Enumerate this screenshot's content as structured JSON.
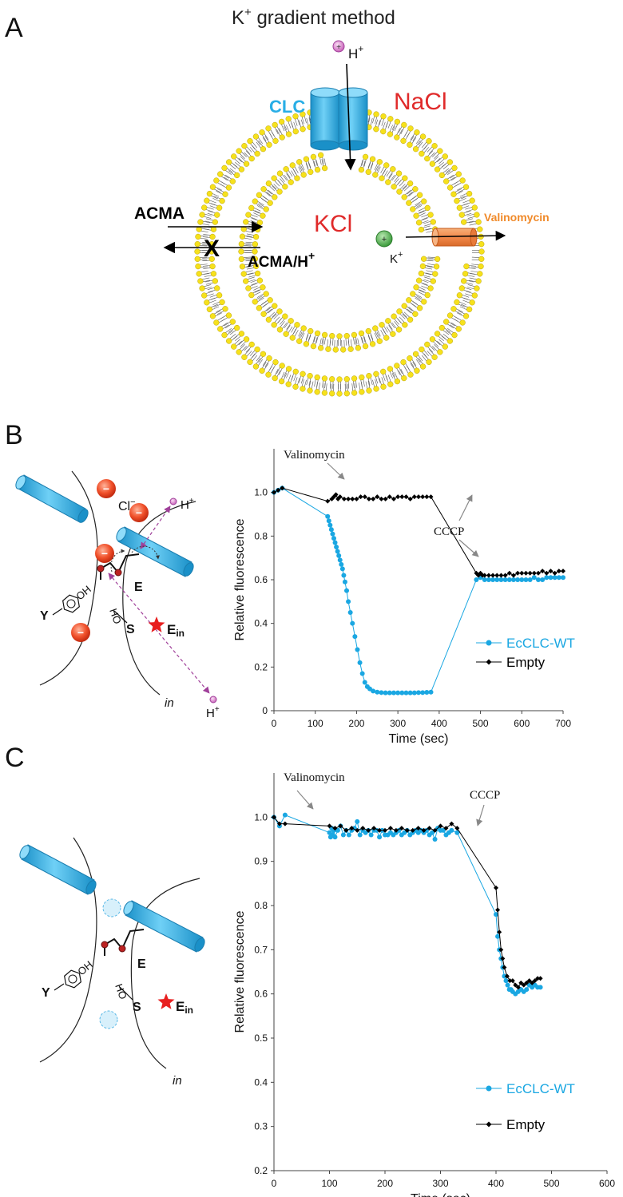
{
  "panel_a": {
    "letter": "A",
    "title": "K",
    "title_sup": "+",
    "title_rest": " gradient method",
    "clc": "CLC",
    "nacl": "NaCl",
    "kcl": "KCl",
    "valinomycin": "Valinomycin",
    "acma": "ACMA",
    "acma_h": "ACMA/H",
    "acma_h_sup": "+",
    "h": "H",
    "h_sup": "+",
    "k": "K",
    "k_sup": "+",
    "x_mark": "X",
    "plus": "+"
  },
  "panel_b": {
    "letter": "B",
    "cl": "Cl",
    "cl_sup": "−",
    "h_top": "H",
    "h_bottom": "H",
    "h_sup": "+",
    "e": "E",
    "ein": "E",
    "ein_sub": "in",
    "y": "Y",
    "s": "S",
    "oh": "OH",
    "ho": "HO",
    "in": "in",
    "minus": "−"
  },
  "panel_c": {
    "letter": "C",
    "e": "E",
    "ein": "E",
    "ein_sub": "in",
    "y": "Y",
    "s": "S",
    "oh": "OH",
    "ho": "HO",
    "in": "in"
  },
  "colors": {
    "wt": "#1aa7e2",
    "empty": "#000000",
    "clc_blue": "#29aee6",
    "red_label": "#e02a2a",
    "orange": "#f08a2a",
    "lipid_head": "#f6e11c",
    "purple": "#a0409a"
  },
  "chart_data": [
    {
      "type": "line",
      "xlabel": "Time (sec)",
      "ylabel": "Relative fluorescence",
      "xlim": [
        0,
        700
      ],
      "ylim": [
        0,
        1.2
      ],
      "xticks": [
        "0",
        "100",
        "200",
        "300",
        "400",
        "500",
        "600",
        "700"
      ],
      "yticks": [
        "0",
        "0.2",
        "0.4",
        "0.6",
        "0.8",
        "1.0"
      ],
      "annotations": [
        "Valinomycin",
        "CCCP"
      ],
      "legend_position": "right",
      "series": [
        {
          "name": "EcCLC-WT",
          "x": [
            0,
            10,
            20,
            130,
            133,
            136,
            139,
            142,
            145,
            148,
            151,
            154,
            157,
            160,
            163,
            166,
            169,
            172,
            176,
            180,
            185,
            190,
            196,
            202,
            208,
            214,
            220,
            226,
            232,
            240,
            250,
            260,
            270,
            280,
            290,
            300,
            310,
            320,
            330,
            340,
            350,
            360,
            370,
            380,
            490,
            500,
            510,
            520,
            530,
            540,
            550,
            560,
            570,
            580,
            590,
            600,
            610,
            620,
            630,
            640,
            650,
            660,
            670,
            680,
            690,
            700
          ],
          "values": [
            1.0,
            1.01,
            1.02,
            0.89,
            0.87,
            0.85,
            0.83,
            0.81,
            0.79,
            0.77,
            0.75,
            0.73,
            0.71,
            0.69,
            0.67,
            0.65,
            0.62,
            0.59,
            0.55,
            0.5,
            0.45,
            0.4,
            0.34,
            0.28,
            0.22,
            0.17,
            0.13,
            0.11,
            0.1,
            0.09,
            0.085,
            0.083,
            0.082,
            0.082,
            0.082,
            0.082,
            0.082,
            0.082,
            0.082,
            0.082,
            0.083,
            0.083,
            0.084,
            0.085,
            0.6,
            0.61,
            0.6,
            0.6,
            0.6,
            0.6,
            0.6,
            0.6,
            0.6,
            0.6,
            0.6,
            0.6,
            0.6,
            0.6,
            0.61,
            0.6,
            0.6,
            0.61,
            0.61,
            0.61,
            0.61,
            0.61
          ]
        },
        {
          "name": "Empty",
          "x": [
            0,
            10,
            20,
            130,
            140,
            145,
            150,
            155,
            160,
            170,
            180,
            190,
            200,
            210,
            220,
            230,
            240,
            250,
            260,
            270,
            280,
            290,
            300,
            310,
            320,
            330,
            340,
            350,
            360,
            370,
            380,
            490,
            495,
            500,
            505,
            510,
            520,
            530,
            540,
            550,
            560,
            570,
            580,
            590,
            600,
            610,
            620,
            630,
            640,
            650,
            660,
            670,
            680,
            690,
            700
          ],
          "values": [
            1.0,
            1.01,
            1.02,
            0.96,
            0.97,
            0.98,
            0.99,
            0.97,
            0.98,
            0.97,
            0.97,
            0.97,
            0.97,
            0.98,
            0.98,
            0.97,
            0.97,
            0.98,
            0.97,
            0.97,
            0.98,
            0.97,
            0.98,
            0.98,
            0.98,
            0.97,
            0.98,
            0.98,
            0.98,
            0.98,
            0.98,
            0.63,
            0.62,
            0.63,
            0.62,
            0.62,
            0.62,
            0.62,
            0.62,
            0.62,
            0.62,
            0.63,
            0.62,
            0.63,
            0.63,
            0.63,
            0.63,
            0.63,
            0.63,
            0.64,
            0.63,
            0.64,
            0.63,
            0.64,
            0.64
          ]
        }
      ]
    },
    {
      "type": "line",
      "xlabel": "Time (sec)",
      "ylabel": "Relative fluorescence",
      "xlim": [
        0,
        600
      ],
      "ylim": [
        0.2,
        1.1
      ],
      "xticks": [
        "0",
        "100",
        "200",
        "300",
        "400",
        "500",
        "600"
      ],
      "yticks": [
        "0.2",
        "0.3",
        "0.4",
        "0.5",
        "0.6",
        "0.7",
        "0.8",
        "0.9",
        "1.0"
      ],
      "annotations": [
        "Valinomycin",
        "CCCP"
      ],
      "legend_position": "right",
      "series": [
        {
          "name": "EcCLC-WT",
          "x": [
            0,
            10,
            20,
            100,
            102,
            104,
            106,
            108,
            110,
            115,
            120,
            125,
            130,
            135,
            140,
            145,
            150,
            155,
            160,
            165,
            170,
            175,
            180,
            185,
            190,
            195,
            200,
            205,
            210,
            215,
            220,
            225,
            230,
            235,
            240,
            245,
            250,
            255,
            260,
            265,
            270,
            275,
            280,
            285,
            290,
            295,
            300,
            305,
            310,
            315,
            320,
            330,
            400,
            403,
            406,
            409,
            412,
            415,
            418,
            421,
            424,
            427,
            430,
            435,
            440,
            445,
            450,
            455,
            460,
            465,
            470,
            475,
            480
          ],
          "values": [
            1.0,
            0.98,
            1.005,
            0.965,
            0.955,
            0.975,
            0.96,
            0.97,
            0.955,
            0.97,
            0.98,
            0.96,
            0.97,
            0.96,
            0.97,
            0.975,
            0.99,
            0.96,
            0.97,
            0.965,
            0.97,
            0.96,
            0.97,
            0.97,
            0.955,
            0.97,
            0.96,
            0.96,
            0.965,
            0.96,
            0.965,
            0.97,
            0.96,
            0.965,
            0.97,
            0.96,
            0.965,
            0.97,
            0.965,
            0.97,
            0.965,
            0.97,
            0.96,
            0.965,
            0.95,
            0.975,
            0.97,
            0.97,
            0.96,
            0.965,
            0.97,
            0.965,
            0.78,
            0.73,
            0.7,
            0.68,
            0.66,
            0.64,
            0.63,
            0.62,
            0.61,
            0.61,
            0.605,
            0.6,
            0.605,
            0.61,
            0.605,
            0.61,
            0.62,
            0.615,
            0.62,
            0.615,
            0.615
          ]
        },
        {
          "name": "Empty",
          "x": [
            0,
            10,
            20,
            100,
            110,
            120,
            130,
            140,
            150,
            160,
            170,
            180,
            190,
            200,
            210,
            220,
            230,
            240,
            250,
            260,
            270,
            280,
            290,
            300,
            310,
            320,
            330,
            400,
            403,
            406,
            409,
            412,
            415,
            420,
            425,
            430,
            435,
            440,
            445,
            450,
            455,
            460,
            465,
            470,
            475,
            480
          ],
          "values": [
            1.0,
            0.985,
            0.985,
            0.98,
            0.975,
            0.98,
            0.97,
            0.975,
            0.97,
            0.975,
            0.97,
            0.975,
            0.97,
            0.97,
            0.975,
            0.97,
            0.975,
            0.97,
            0.97,
            0.975,
            0.97,
            0.975,
            0.97,
            0.98,
            0.975,
            0.985,
            0.975,
            0.84,
            0.79,
            0.74,
            0.7,
            0.68,
            0.66,
            0.64,
            0.63,
            0.63,
            0.62,
            0.615,
            0.625,
            0.62,
            0.625,
            0.63,
            0.625,
            0.63,
            0.635,
            0.635
          ]
        }
      ]
    }
  ]
}
